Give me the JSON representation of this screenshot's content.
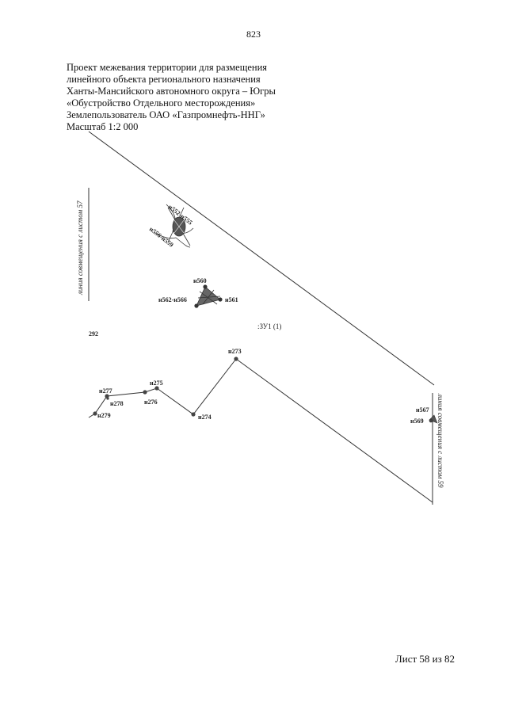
{
  "page_number": "823",
  "header": {
    "lines": [
      "Проект межевания территории для размещения",
      "линейного объекта регионального назначения",
      "Ханты-Мансийского автономного округа – Югры",
      "«Обустройство Отдельного месторождения»",
      "Землепользователь ОАО «Газпромнефть-ННГ»",
      "Масштаб 1:2 000"
    ]
  },
  "map": {
    "side_label_left": "линия совмещения с листом 57",
    "side_label_right": "линия совмещения с листом 59",
    "parcel_label": ":ЗУ1 (1)",
    "neighbor_label": "292",
    "point_labels": {
      "n552_555": "н552-н555",
      "n556_559": "н556-н559",
      "n560": "н560",
      "n561": "н561",
      "n562_566": "н562-н566",
      "n273": "н273",
      "n274": "н274",
      "n275": "н275",
      "n276": "н276",
      "n277": "н277",
      "n278": "н278",
      "n279": "н279",
      "n567": "н567",
      "n569": "н569"
    },
    "colors": {
      "line": "#333333",
      "point": "#444444"
    }
  },
  "footer": {
    "sheet": "Лист 58 из 82"
  }
}
